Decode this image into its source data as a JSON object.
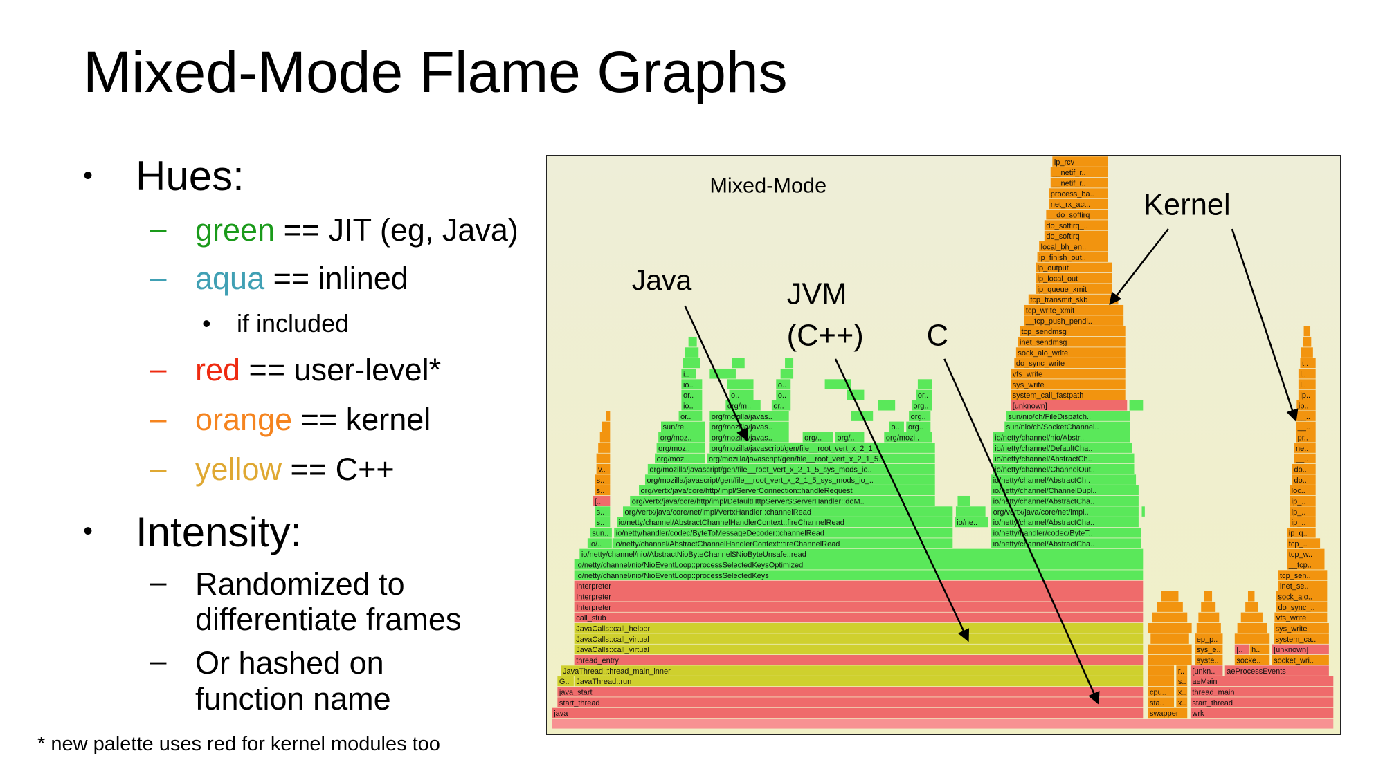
{
  "slide": {
    "title": "Mixed-Mode Flame Graphs",
    "bullets": {
      "hues": "Hues:",
      "green_word": "green",
      "green_rest": " == JIT (eg, Java)",
      "aqua_word": "aqua",
      "aqua_rest": " == inlined",
      "if_included": "if included",
      "red_word": "red",
      "red_rest": " == user-level*",
      "orange_word": "orange",
      "orange_rest": " == kernel",
      "yellow_word": "yellow",
      "yellow_rest": " == C++",
      "intensity": "Intensity:",
      "randomized_1": "Randomized to",
      "randomized_2": "differentiate frames",
      "hashed_1": "Or hashed on",
      "hashed_2": "function name",
      "bullet": "•",
      "dash": "–"
    },
    "footnote": "* new palette uses red for kernel modules too",
    "colors": {
      "green": "#1a9a1a",
      "aqua": "#40a0b4",
      "red": "#ee2a10",
      "orange": "#f5841f",
      "yellow": "#dfa832"
    }
  },
  "flamegraph": {
    "title": "Mixed-Mode",
    "annotations": {
      "java": "Java",
      "jvm": "JVM",
      "cpp": "(C++)",
      "c": "C",
      "kernel": "Kernel"
    },
    "palette": {
      "jit": "#5ae85a",
      "user": "#ef6b6b",
      "cpp": "#cfd02e",
      "kernel": "#f2940f",
      "root": "#f79292"
    },
    "frames": [
      {
        "depth": 1,
        "label": "java",
        "type": "user"
      },
      {
        "depth": 1,
        "label": "swapper",
        "type": "kernel"
      },
      {
        "depth": 1,
        "label": "wrk",
        "type": "user"
      },
      {
        "depth": 2,
        "label": "start_thread",
        "type": "user"
      },
      {
        "depth": 2,
        "label": "sta..",
        "type": "kernel"
      },
      {
        "depth": 2,
        "label": "x..",
        "type": "kernel"
      },
      {
        "depth": 2,
        "label": "start_thread",
        "type": "user"
      },
      {
        "depth": 3,
        "label": "java_start",
        "type": "user"
      },
      {
        "depth": 3,
        "label": "cpu..",
        "type": "kernel"
      },
      {
        "depth": 3,
        "label": "x..",
        "type": "kernel"
      },
      {
        "depth": 3,
        "label": "thread_main",
        "type": "user"
      },
      {
        "depth": 4,
        "label": "G..",
        "type": "cpp"
      },
      {
        "depth": 4,
        "label": "JavaThread::run",
        "type": "cpp"
      },
      {
        "depth": 4,
        "label": "s..",
        "type": "kernel"
      },
      {
        "depth": 4,
        "label": "aeMain",
        "type": "user"
      },
      {
        "depth": 5,
        "label": "JavaThread::thread_main_inner",
        "type": "cpp"
      },
      {
        "depth": 5,
        "label": "r..",
        "type": "kernel"
      },
      {
        "depth": 5,
        "label": "[unkn..",
        "type": "user"
      },
      {
        "depth": 5,
        "label": "aeProcessEvents",
        "type": "user"
      },
      {
        "depth": 6,
        "label": "thread_entry",
        "type": "user"
      },
      {
        "depth": 6,
        "label": "syste..",
        "type": "kernel"
      },
      {
        "depth": 6,
        "label": "socke..",
        "type": "kernel"
      },
      {
        "depth": 6,
        "label": "socket_wri..",
        "type": "kernel"
      },
      {
        "depth": 7,
        "label": "JavaCalls::call_virtual",
        "type": "cpp"
      },
      {
        "depth": 7,
        "label": "sys_e..",
        "type": "kernel"
      },
      {
        "depth": 7,
        "label": "[..",
        "type": "user"
      },
      {
        "depth": 7,
        "label": "h..",
        "type": "kernel"
      },
      {
        "depth": 7,
        "label": "[unknown]",
        "type": "user"
      },
      {
        "depth": 8,
        "label": "JavaCalls::call_virtual",
        "type": "cpp"
      },
      {
        "depth": 8,
        "label": "ep_p..",
        "type": "kernel"
      },
      {
        "depth": 8,
        "label": "system_ca..",
        "type": "kernel"
      },
      {
        "depth": 9,
        "label": "JavaCalls::call_helper",
        "type": "cpp"
      },
      {
        "depth": 9,
        "label": "sys_write",
        "type": "kernel"
      },
      {
        "depth": 10,
        "label": "call_stub",
        "type": "user"
      },
      {
        "depth": 10,
        "label": "vfs_write",
        "type": "kernel"
      },
      {
        "depth": 11,
        "label": "Interpreter",
        "type": "user"
      },
      {
        "depth": 11,
        "label": "do_sync_..",
        "type": "kernel"
      },
      {
        "depth": 12,
        "label": "Interpreter",
        "type": "user"
      },
      {
        "depth": 12,
        "label": "sock_aio..",
        "type": "kernel"
      },
      {
        "depth": 13,
        "label": "Interpreter",
        "type": "user"
      },
      {
        "depth": 13,
        "label": "inet_se..",
        "type": "kernel"
      },
      {
        "depth": 14,
        "label": "io/netty/channel/nio/NioEventLoop::processSelectedKeys",
        "type": "jit"
      },
      {
        "depth": 14,
        "label": "tcp_sen..",
        "type": "kernel"
      },
      {
        "depth": 15,
        "label": "io/netty/channel/nio/NioEventLoop::processSelectedKeysOptimized",
        "type": "jit"
      },
      {
        "depth": 15,
        "label": "__tcp..",
        "type": "kernel"
      },
      {
        "depth": 16,
        "label": "io/netty/channel/nio/AbstractNioByteChannel$NioByteUnsafe::read",
        "type": "jit"
      },
      {
        "depth": 16,
        "label": "tcp_w..",
        "type": "kernel"
      },
      {
        "depth": 17,
        "label": "io/..",
        "type": "jit"
      },
      {
        "depth": 17,
        "label": "io/netty/channel/AbstractChannelHandlerContext::fireChannelRead",
        "type": "jit"
      },
      {
        "depth": 17,
        "label": "io/netty/channel/AbstractCha..",
        "type": "jit"
      },
      {
        "depth": 17,
        "label": "tcp_..",
        "type": "kernel"
      },
      {
        "depth": 18,
        "label": "sun..",
        "type": "jit"
      },
      {
        "depth": 18,
        "label": "io/netty/handler/codec/ByteToMessageDecoder::channelRead",
        "type": "jit"
      },
      {
        "depth": 18,
        "label": "io/netty/handler/codec/ByteT..",
        "type": "jit"
      },
      {
        "depth": 18,
        "label": "ip_q..",
        "type": "kernel"
      },
      {
        "depth": 19,
        "label": "s..",
        "type": "jit"
      },
      {
        "depth": 19,
        "label": "io/netty/channel/AbstractChannelHandlerContext::fireChannelRead",
        "type": "jit"
      },
      {
        "depth": 19,
        "label": "io/ne..",
        "type": "jit"
      },
      {
        "depth": 19,
        "label": "io/netty/channel/AbstractCha..",
        "type": "jit"
      },
      {
        "depth": 19,
        "label": "ip_..",
        "type": "kernel"
      },
      {
        "depth": 20,
        "label": "s..",
        "type": "jit"
      },
      {
        "depth": 20,
        "label": "org/vertx/java/core/net/impl/VertxHandler::channelRead",
        "type": "jit"
      },
      {
        "depth": 20,
        "label": "org/vertx/java/core/net/impl..",
        "type": "jit"
      },
      {
        "depth": 20,
        "label": "ip_..",
        "type": "kernel"
      },
      {
        "depth": 21,
        "label": "[..",
        "type": "user"
      },
      {
        "depth": 21,
        "label": "org/vertx/java/core/http/impl/DefaultHttpServer$ServerHandler::doM..",
        "type": "jit"
      },
      {
        "depth": 21,
        "label": "io/netty/channel/AbstractCha..",
        "type": "jit"
      },
      {
        "depth": 21,
        "label": "ip_..",
        "type": "kernel"
      },
      {
        "depth": 22,
        "label": "s..",
        "type": "kernel"
      },
      {
        "depth": 22,
        "label": "org/vertx/java/core/http/impl/ServerConnection::handleRequest",
        "type": "jit"
      },
      {
        "depth": 22,
        "label": "io/netty/channel/ChannelDupl..",
        "type": "jit"
      },
      {
        "depth": 22,
        "label": "loc..",
        "type": "kernel"
      },
      {
        "depth": 23,
        "label": "s..",
        "type": "kernel"
      },
      {
        "depth": 23,
        "label": "org/mozilla/javascript/gen/file__root_vert_x_2_1_5_sys_mods_io_..",
        "type": "jit"
      },
      {
        "depth": 23,
        "label": "io/netty/channel/AbstractCh..",
        "type": "jit"
      },
      {
        "depth": 23,
        "label": "do..",
        "type": "kernel"
      },
      {
        "depth": 24,
        "label": "v..",
        "type": "kernel"
      },
      {
        "depth": 24,
        "label": "org/mozilla/javascript/gen/file__root_vert_x_2_1_5_sys_mods_io..",
        "type": "jit"
      },
      {
        "depth": 24,
        "label": "io/netty/channel/ChannelOut..",
        "type": "jit"
      },
      {
        "depth": 24,
        "label": "do..",
        "type": "kernel"
      },
      {
        "depth": 25,
        "label": "org/mozi..",
        "type": "jit"
      },
      {
        "depth": 25,
        "label": "org/mozilla/javascript/gen/file__root_vert_x_2_1_5..",
        "type": "jit"
      },
      {
        "depth": 25,
        "label": "io/netty/channel/AbstractCh..",
        "type": "jit"
      },
      {
        "depth": 25,
        "label": "__..",
        "type": "kernel"
      },
      {
        "depth": 26,
        "label": "org/moz..",
        "type": "jit"
      },
      {
        "depth": 26,
        "label": "org/mozilla/javascript/gen/file__root_vert_x_2_1_..",
        "type": "jit"
      },
      {
        "depth": 26,
        "label": "io/netty/channel/DefaultCha..",
        "type": "jit"
      },
      {
        "depth": 26,
        "label": "ne..",
        "type": "kernel"
      },
      {
        "depth": 27,
        "label": "org/moz..",
        "type": "jit"
      },
      {
        "depth": 27,
        "label": "org/mozilla/javas..",
        "type": "jit"
      },
      {
        "depth": 27,
        "label": "org/..",
        "type": "jit"
      },
      {
        "depth": 27,
        "label": "org/..",
        "type": "jit"
      },
      {
        "depth": 27,
        "label": "org/mozi..",
        "type": "jit"
      },
      {
        "depth": 27,
        "label": "io/netty/channel/nio/Abstr..",
        "type": "jit"
      },
      {
        "depth": 27,
        "label": "pr..",
        "type": "kernel"
      },
      {
        "depth": 28,
        "label": "sun/re..",
        "type": "jit"
      },
      {
        "depth": 28,
        "label": "org/mozilla/javas..",
        "type": "jit"
      },
      {
        "depth": 28,
        "label": "o..",
        "type": "jit"
      },
      {
        "depth": 28,
        "label": "org..",
        "type": "jit"
      },
      {
        "depth": 28,
        "label": "sun/nio/ch/SocketChannel..",
        "type": "jit"
      },
      {
        "depth": 28,
        "label": "__..",
        "type": "kernel"
      },
      {
        "depth": 29,
        "label": "or..",
        "type": "jit"
      },
      {
        "depth": 29,
        "label": "org/mozilla/javas..",
        "type": "jit"
      },
      {
        "depth": 29,
        "label": "org..",
        "type": "jit"
      },
      {
        "depth": 29,
        "label": "sun/nio/ch/FileDispatch..",
        "type": "jit"
      },
      {
        "depth": 29,
        "label": "__..",
        "type": "kernel"
      },
      {
        "depth": 30,
        "label": "io..",
        "type": "jit"
      },
      {
        "depth": 30,
        "label": "org/m..",
        "type": "jit"
      },
      {
        "depth": 30,
        "label": "or..",
        "type": "jit"
      },
      {
        "depth": 30,
        "label": "org..",
        "type": "jit"
      },
      {
        "depth": 30,
        "label": "[unknown]",
        "type": "user"
      },
      {
        "depth": 30,
        "label": "ip..",
        "type": "kernel"
      },
      {
        "depth": 31,
        "label": "or..",
        "type": "jit"
      },
      {
        "depth": 31,
        "label": "o..",
        "type": "jit"
      },
      {
        "depth": 31,
        "label": "o..",
        "type": "jit"
      },
      {
        "depth": 31,
        "label": "or..",
        "type": "jit"
      },
      {
        "depth": 31,
        "label": "system_call_fastpath",
        "type": "kernel"
      },
      {
        "depth": 31,
        "label": "ip..",
        "type": "kernel"
      },
      {
        "depth": 32,
        "label": "io..",
        "type": "jit"
      },
      {
        "depth": 32,
        "label": "o..",
        "type": "jit"
      },
      {
        "depth": 32,
        "label": "sys_write",
        "type": "kernel"
      },
      {
        "depth": 32,
        "label": "l..",
        "type": "kernel"
      },
      {
        "depth": 33,
        "label": "i..",
        "type": "jit"
      },
      {
        "depth": 33,
        "label": "vfs_write",
        "type": "kernel"
      },
      {
        "depth": 33,
        "label": "l..",
        "type": "kernel"
      },
      {
        "depth": 34,
        "label": "do_sync_write",
        "type": "kernel"
      },
      {
        "depth": 34,
        "label": "t..",
        "type": "kernel"
      },
      {
        "depth": 35,
        "label": "sock_aio_write",
        "type": "kernel"
      },
      {
        "depth": 36,
        "label": "inet_sendmsg",
        "type": "kernel"
      },
      {
        "depth": 37,
        "label": "tcp_sendmsg",
        "type": "kernel"
      },
      {
        "depth": 38,
        "label": "__tcp_push_pendi..",
        "type": "kernel"
      },
      {
        "depth": 39,
        "label": "tcp_write_xmit",
        "type": "kernel"
      },
      {
        "depth": 40,
        "label": "tcp_transmit_skb",
        "type": "kernel"
      },
      {
        "depth": 41,
        "label": "ip_queue_xmit",
        "type": "kernel"
      },
      {
        "depth": 42,
        "label": "ip_local_out",
        "type": "kernel"
      },
      {
        "depth": 43,
        "label": "ip_output",
        "type": "kernel"
      },
      {
        "depth": 44,
        "label": "ip_finish_out..",
        "type": "kernel"
      },
      {
        "depth": 45,
        "label": "local_bh_en..",
        "type": "kernel"
      },
      {
        "depth": 46,
        "label": "do_softirq",
        "type": "kernel"
      },
      {
        "depth": 47,
        "label": "do_softirq_..",
        "type": "kernel"
      },
      {
        "depth": 48,
        "label": "__do_softirq",
        "type": "kernel"
      },
      {
        "depth": 49,
        "label": "net_rx_act..",
        "type": "kernel"
      },
      {
        "depth": 50,
        "label": "process_ba..",
        "type": "kernel"
      },
      {
        "depth": 51,
        "label": "__netif_r..",
        "type": "kernel"
      },
      {
        "depth": 52,
        "label": "__netif_r..",
        "type": "kernel"
      },
      {
        "depth": 53,
        "label": "ip_rcv",
        "type": "kernel"
      }
    ]
  }
}
